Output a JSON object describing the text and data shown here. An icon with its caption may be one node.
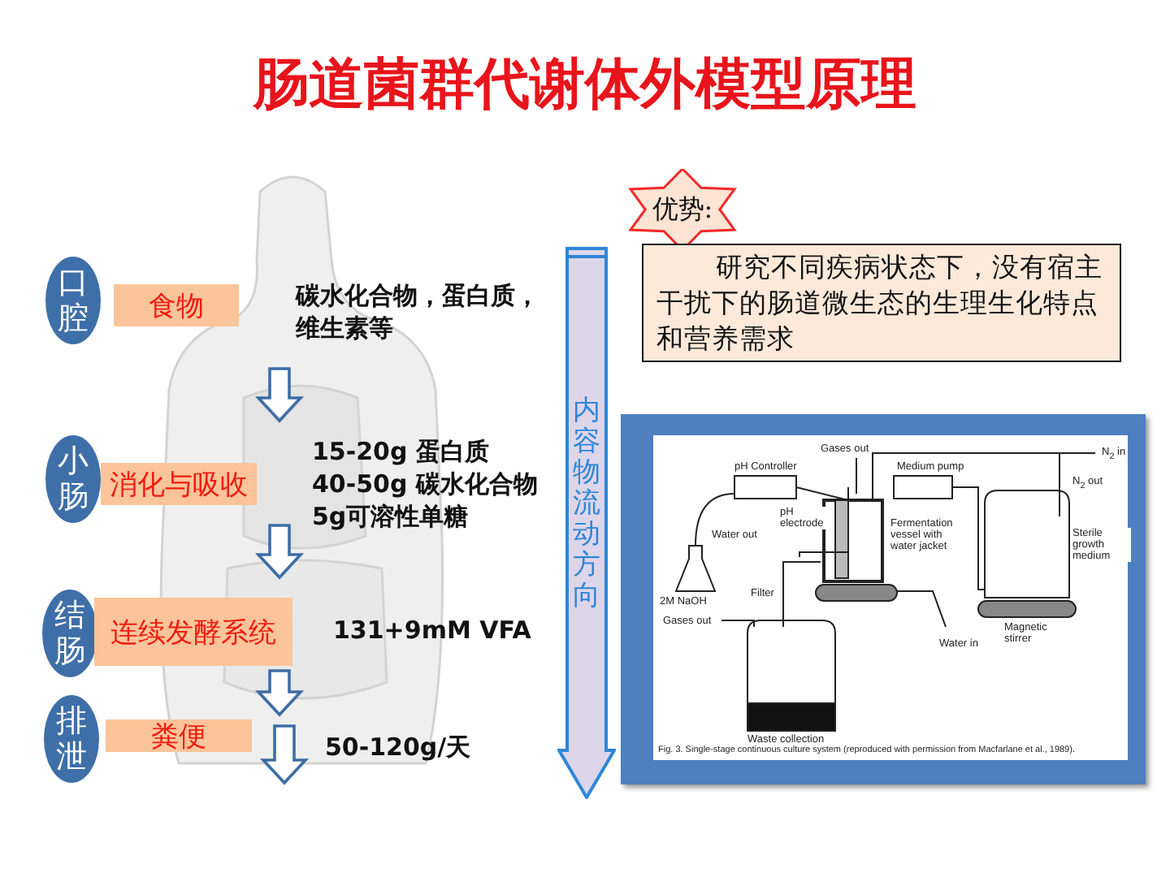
{
  "diagram": {
    "title": "肠道菌群代谢体外模型原理",
    "nodes": [
      {
        "text": [
          "口腔"
        ]
      },
      {
        "text": [
          "食物"
        ]
      },
      {
        "text": [
          "小肠"
        ]
      },
      {
        "text": [
          "消化与吸收"
        ]
      },
      {
        "text": [
          "结肠"
        ]
      },
      {
        "text": [
          "连续发酵系统"
        ]
      },
      {
        "text": [
          "排泄"
        ]
      },
      {
        "text": [
          "粪便"
        ]
      },
      {
        "text": [
          "内容物流动方向"
        ]
      },
      {
        "text": [
          "优势:"
        ]
      },
      {
        "text": [
          "研究不同疾病状态下，没有宿主干扰下的肠道微生态的生理生化特点和营养需求"
        ]
      },
      {
        "text": [],
        "shape": "picture"
      }
    ],
    "edges": [
      {
        "from": 1,
        "to": 3,
        "arrow": "to"
      },
      {
        "from": 3,
        "to": 5,
        "arrow": "to"
      },
      {
        "from": 5,
        "to": 7,
        "arrow": "to"
      },
      {
        "from": 7,
        "to": null,
        "arrow": "to"
      }
    ],
    "labels": [
      "碳水化合物，蛋白质，维生素等",
      "15-20g 蛋白质",
      "40-50g 碳水化合物",
      "5g可溶性单糖",
      "131+9mM VFA",
      "50-120g/天",
      "Gases out",
      "pH Controller",
      "Medium pump",
      "N$_{2}$ in",
      "N$_{2}$ out",
      "pH electrode",
      "Fermentation vessel with water jacket",
      "Water out",
      "Sterile growth medium",
      "2M NaOH",
      "Filter",
      "Gases out",
      "Magnetic stirrer",
      "Water in",
      "Waste collection",
      "Fig. 3. Single-stage continuous culture system (reproduced with permission from Macfarlane et al., 1989)."
    ]
  }
}
